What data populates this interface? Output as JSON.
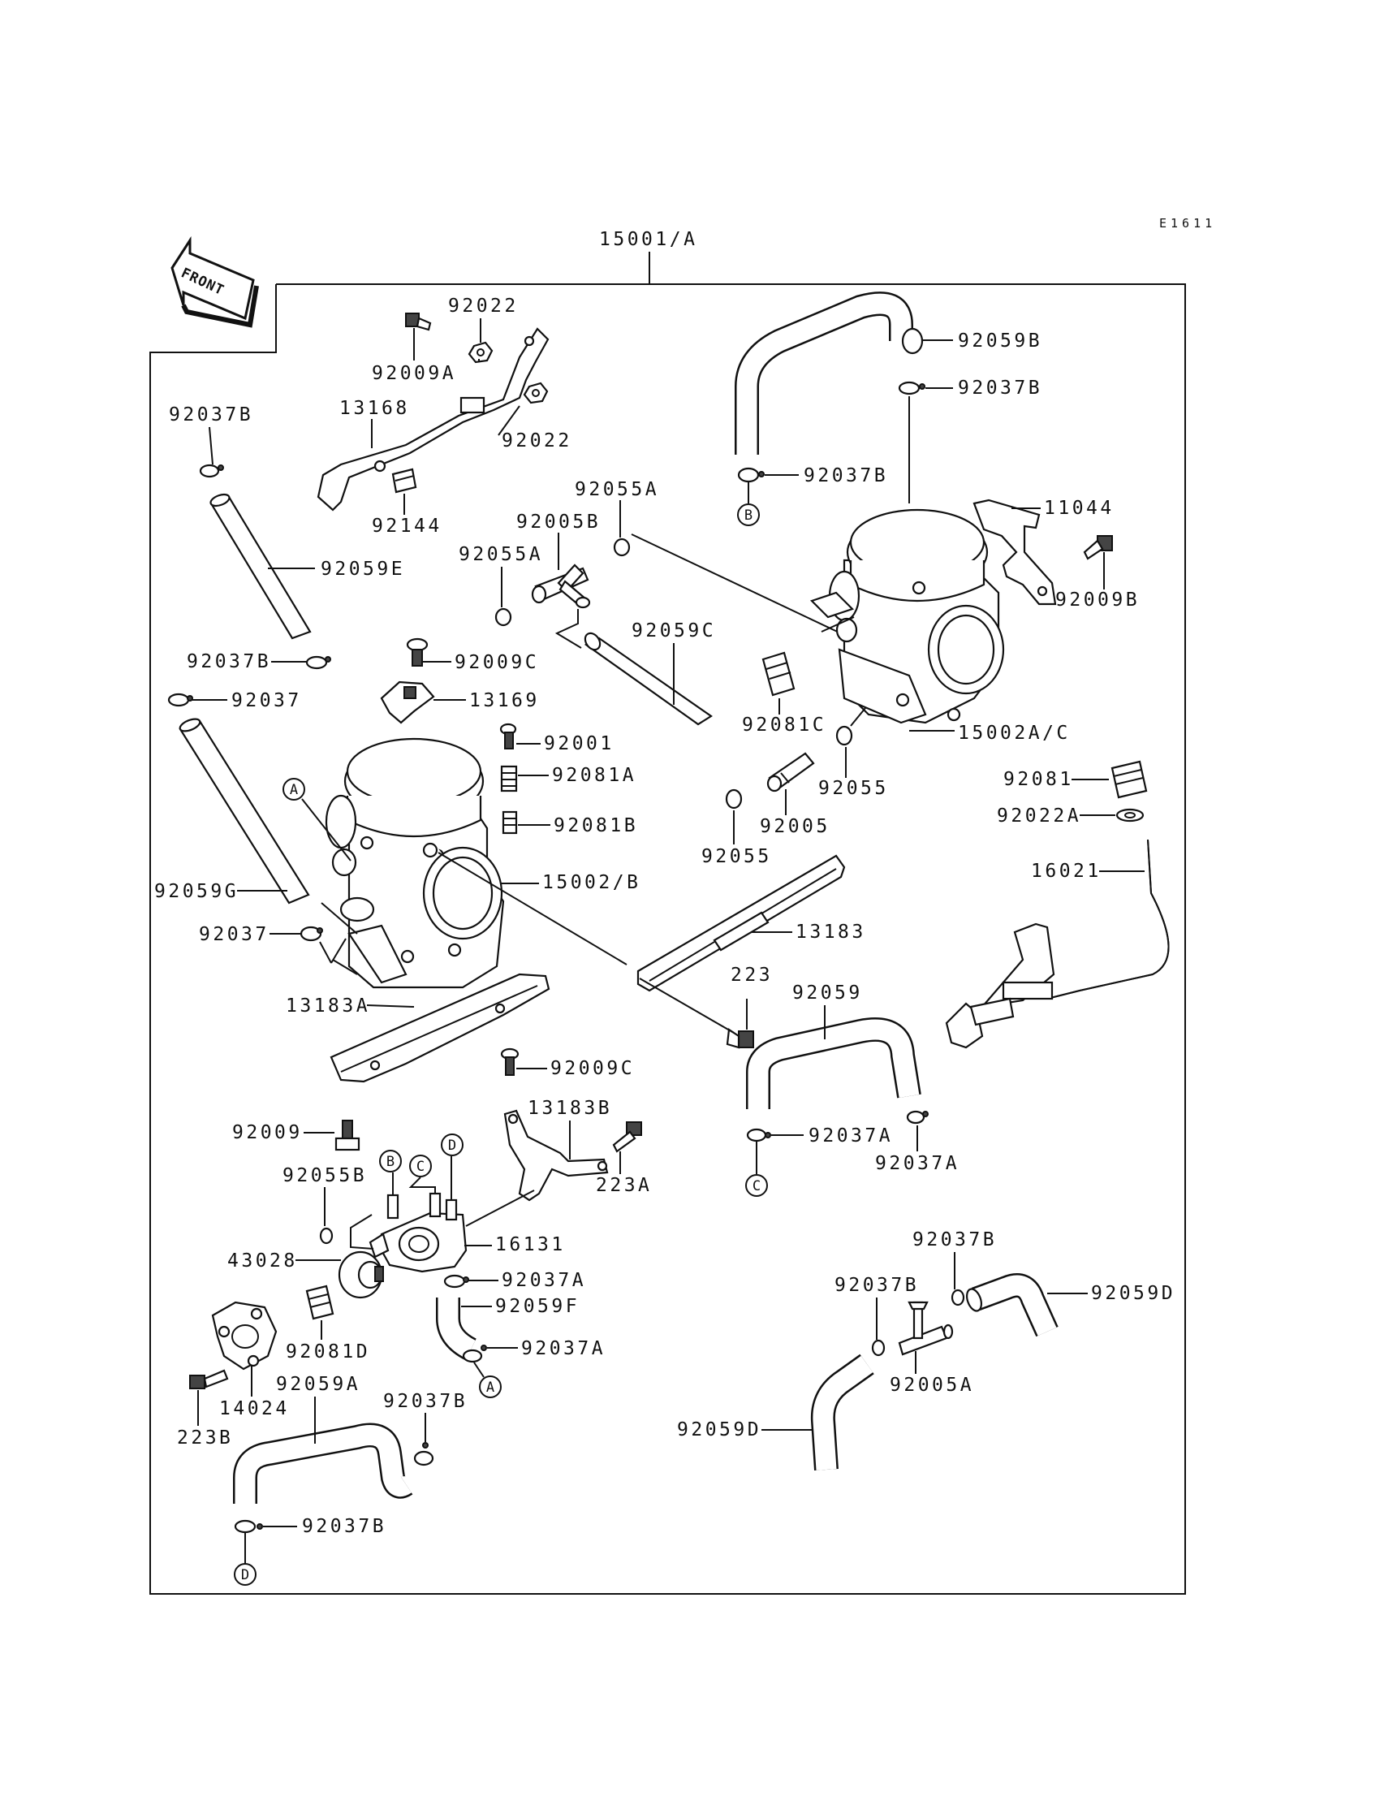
{
  "diagram_code": "E1611",
  "front_arrow": "FRONT",
  "assembly_label": "15001/A",
  "circle_markers": [
    "A",
    "B",
    "C",
    "D"
  ],
  "labels": {
    "p92022_top": "92022",
    "p92009A": "92009A",
    "p13168": "13168",
    "p92022_b": "92022",
    "p92144": "92144",
    "p92037B_a": "92037B",
    "p92059E": "92059E",
    "p92037B_b": "92037B",
    "p92037_a": "92037",
    "p92059G": "92059G",
    "p92037_b": "92037",
    "p92055A_top": "92055A",
    "p92005B": "92005B",
    "p92055A_left": "92055A",
    "p92009C_top": "92009C",
    "p13169": "13169",
    "p92001": "92001",
    "p92081A": "92081A",
    "p92081B": "92081B",
    "p15002B": "15002/B",
    "p92059C": "92059C",
    "p92081C": "92081C",
    "p92055_right": "92055",
    "p92005": "92005",
    "p92055_mid": "92055",
    "p92059B": "92059B",
    "p92037B_top": "92037B",
    "p92037B_topb": "92037B",
    "p11044": "11044",
    "p92009B": "92009B",
    "p15002AC": "15002A/C",
    "p92081": "92081",
    "p92022A": "92022A",
    "p16021": "16021",
    "p13183": "13183",
    "p13183A": "13183A",
    "p223": "223",
    "p92059": "92059",
    "p92037A_a": "92037A",
    "p92037A_b": "92037A",
    "p92009C_bot": "92009C",
    "p13183B": "13183B",
    "p92009": "92009",
    "p223A": "223A",
    "p92055B": "92055B",
    "p16131": "16131",
    "p43028": "43028",
    "p92037A_c": "92037A",
    "p92059F": "92059F",
    "p92081D": "92081D",
    "p92037A_d": "92037A",
    "p14024": "14024",
    "p223B": "223B",
    "p92059A": "92059A",
    "p92037B_c": "92037B",
    "p92037B_d": "92037B",
    "p92037B_e": "92037B",
    "p92037B_f": "92037B",
    "p92059D_a": "92059D",
    "p92005A": "92005A",
    "p92059D_b": "92059D"
  }
}
